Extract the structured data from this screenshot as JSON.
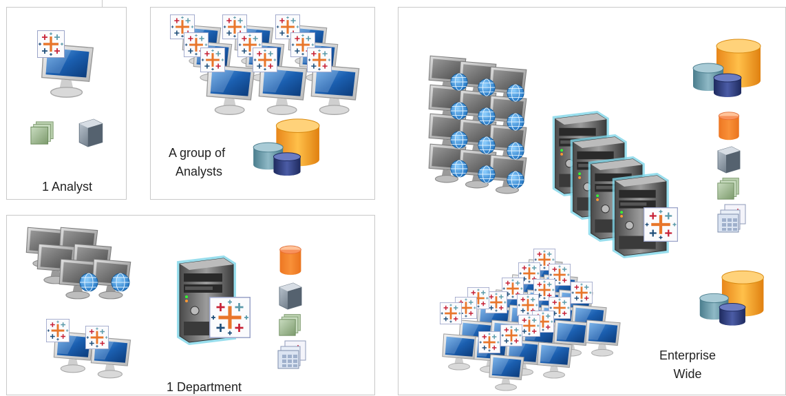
{
  "panels": {
    "analyst": {
      "label": "1 Analyst"
    },
    "group": {
      "label_line1": "A group of",
      "label_line2": "Analysts"
    },
    "department": {
      "label": "1 Department"
    },
    "enterprise": {
      "label_line1": "Enterprise",
      "label_line2": "Wide"
    }
  },
  "colors": {
    "tableau_orange": "#e8762b",
    "tableau_blue": "#1f4e79",
    "tableau_red": "#c72035",
    "tableau_teal": "#5b9aa9",
    "monitor_blue": "#1b5fb0",
    "db_orange": "#f5a623",
    "db_teal": "#5f8f9f",
    "db_navy": "#2f3f7a",
    "globe_blue": "#2a88d8",
    "server_gray": "#5a5a5a",
    "server_glow": "#7fd6e8"
  },
  "icons": [
    "tableau-logo-icon",
    "monitor-icon",
    "database-icon",
    "data-cube-icon",
    "data-sheets-icon",
    "server-tower-icon",
    "globe-icon",
    "report-grid-icon",
    "db-cylinder-icon"
  ]
}
